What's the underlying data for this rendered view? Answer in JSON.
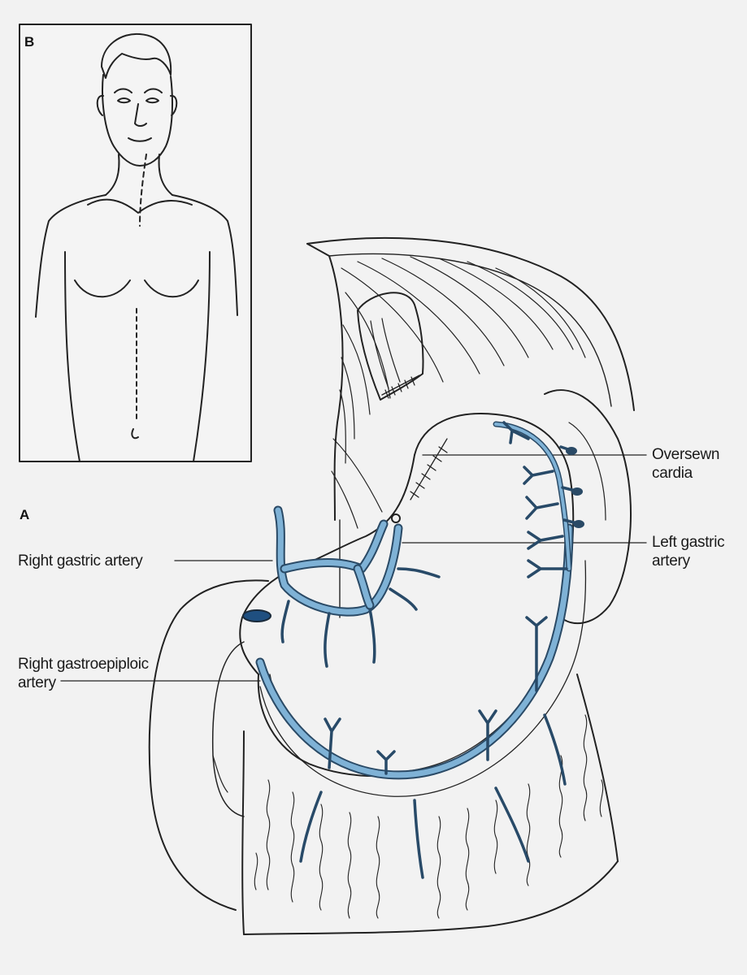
{
  "panels": {
    "a_letter": "A",
    "b_letter": "B"
  },
  "labels": {
    "oversewn_cardia": [
      "Oversewn",
      "cardia"
    ],
    "left_gastric_artery": [
      "Left gastric",
      "artery"
    ],
    "right_gastric_artery": [
      "Right gastric artery"
    ],
    "right_gastroepiploic_artery": [
      "Right gastroepiploic",
      "artery"
    ]
  },
  "colors": {
    "background": "#f2f2f2",
    "line": "#222222",
    "vessel_fill": "#7fb2d6",
    "vessel_outline": "#2a4a66",
    "branch": "#284a68"
  }
}
